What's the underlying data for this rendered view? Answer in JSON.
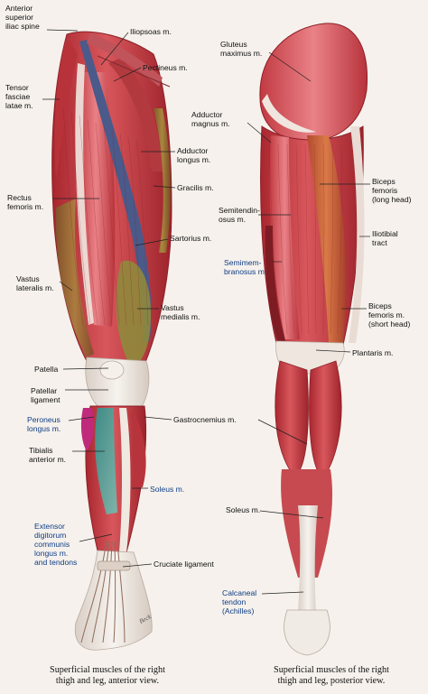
{
  "figure": {
    "background": "#f6f1ec",
    "muscle_color": "#c9434a",
    "dark_muscle_color": "#8c1f27",
    "tendon_color": "#ece4dc",
    "sartorius_color": "#4a5a8a",
    "leader_color": "#222222",
    "label_blue": "#0e3e86",
    "artist_signature": "Beck"
  },
  "anterior": {
    "caption": "Superficial muscles of the right\nthigh and leg, anterior view.",
    "labels": [
      {
        "id": "anterior-superior-iliac-spine",
        "text": "Anterior\nsuperior\niliac spine"
      },
      {
        "id": "iliopsoas",
        "text": "Iliopsoas m."
      },
      {
        "id": "pectineus",
        "text": "Pectineus m."
      },
      {
        "id": "tensor-fasciae-latae",
        "text": "Tensor\nfasciae\nlatae m."
      },
      {
        "id": "adductor-longus",
        "text": "Adductor\nlongus m."
      },
      {
        "id": "gracilis",
        "text": "Gracilis m."
      },
      {
        "id": "rectus-femoris",
        "text": "Rectus\nfemoris m."
      },
      {
        "id": "sartorius",
        "text": "Sartorius m."
      },
      {
        "id": "vastus-lateralis",
        "text": "Vastus\nlateralis m."
      },
      {
        "id": "vastus-medialis",
        "text": "Vastus\nmedialis m."
      },
      {
        "id": "patella",
        "text": "Patella"
      },
      {
        "id": "patellar-ligament",
        "text": "Patellar\nligament"
      },
      {
        "id": "peroneus-longus",
        "text": "Peroneus\nlongus m."
      },
      {
        "id": "gastrocnemius",
        "text": "Gastrocnemius m."
      },
      {
        "id": "tibialis-anterior",
        "text": "Tibialis\nanterior m."
      },
      {
        "id": "soleus",
        "text": "Soleus m."
      },
      {
        "id": "extensor-digitorum",
        "text": "Extensor\ndigitorum\ncommunis\nlongus m.\nand tendons"
      },
      {
        "id": "cruciate-ligament",
        "text": "Cruciate ligament"
      }
    ]
  },
  "posterior": {
    "caption": "Superficial muscles of the right\nthigh and leg, posterior view.",
    "labels": [
      {
        "id": "gluteus-maximus",
        "text": "Gluteus\nmaximus m."
      },
      {
        "id": "adductor-magnus",
        "text": "Adductor\nmagnus m."
      },
      {
        "id": "biceps-femoris-long",
        "text": "Biceps\nfemoris\n(long head)"
      },
      {
        "id": "semitendinosus",
        "text": "Semitendin-\nosus m."
      },
      {
        "id": "iliotibial-tract",
        "text": "Iliotibial\ntract"
      },
      {
        "id": "semimembranosus",
        "text": "Semimem-\nbranosus m."
      },
      {
        "id": "biceps-femoris-short",
        "text": "Biceps\nfemoris m.\n(short head)"
      },
      {
        "id": "plantaris",
        "text": "Plantaris m."
      },
      {
        "id": "gastrocnemius",
        "text": "Gastrocnemius m."
      },
      {
        "id": "soleus",
        "text": "Soleus m."
      },
      {
        "id": "calcaneal-tendon",
        "text": "Calcaneal\ntendon\n(Achilles)"
      }
    ]
  }
}
